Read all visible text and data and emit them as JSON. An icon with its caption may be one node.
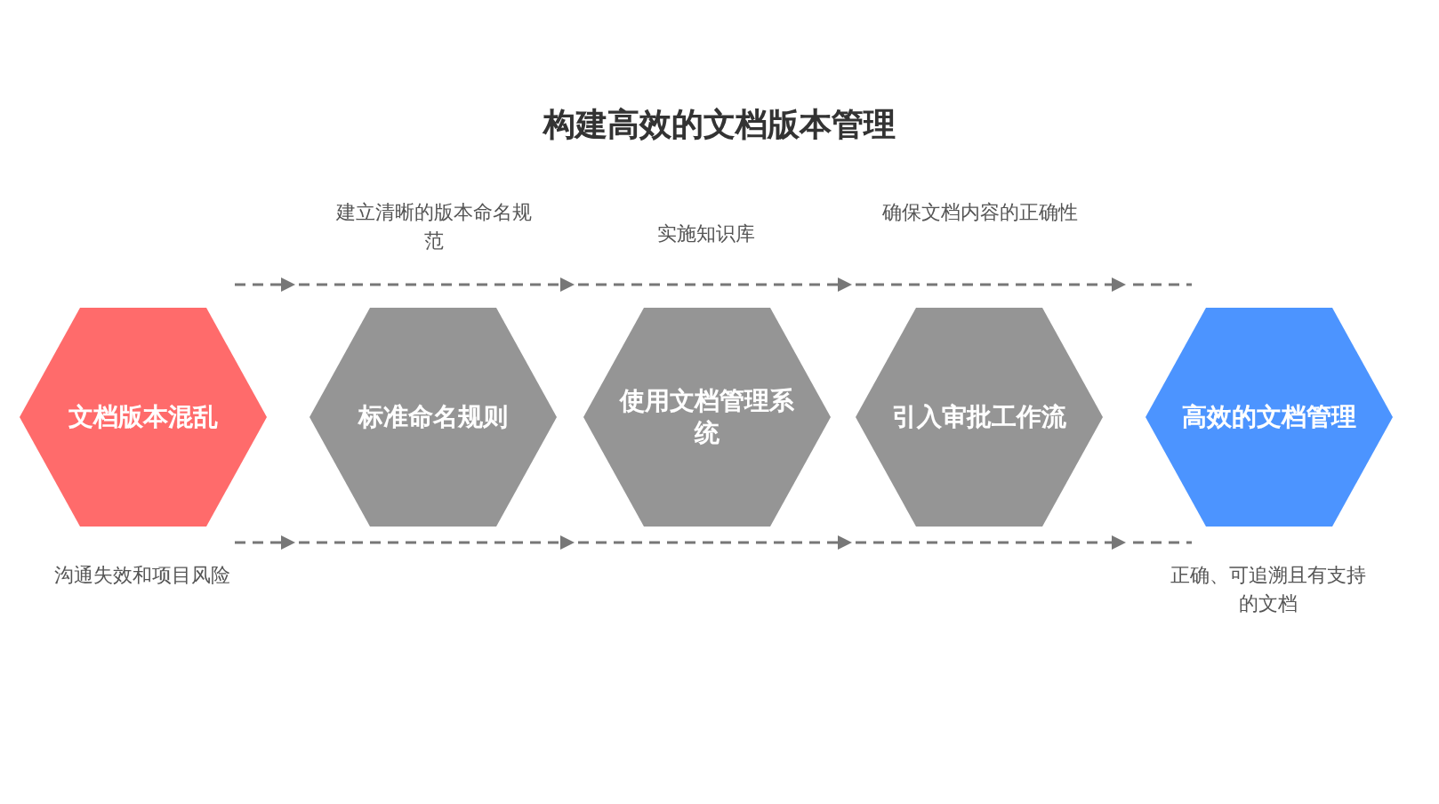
{
  "diagram": {
    "title": "构建高效的文档版本管理",
    "nodes": [
      {
        "text": [
          "文档版本混乱"
        ]
      },
      {
        "text": [
          "标准命名规则"
        ]
      },
      {
        "text": [
          "使用文档管理系统"
        ]
      },
      {
        "text": [
          "引入审批工作流"
        ]
      },
      {
        "text": [
          "高效的文档管理"
        ]
      }
    ],
    "labels": [
      "建立清晰的版本命名规范",
      "实施知识库",
      "确保文档内容的正确性",
      "沟通失效和项目风险",
      "正确、可追溯且有支持的文档"
    ]
  }
}
